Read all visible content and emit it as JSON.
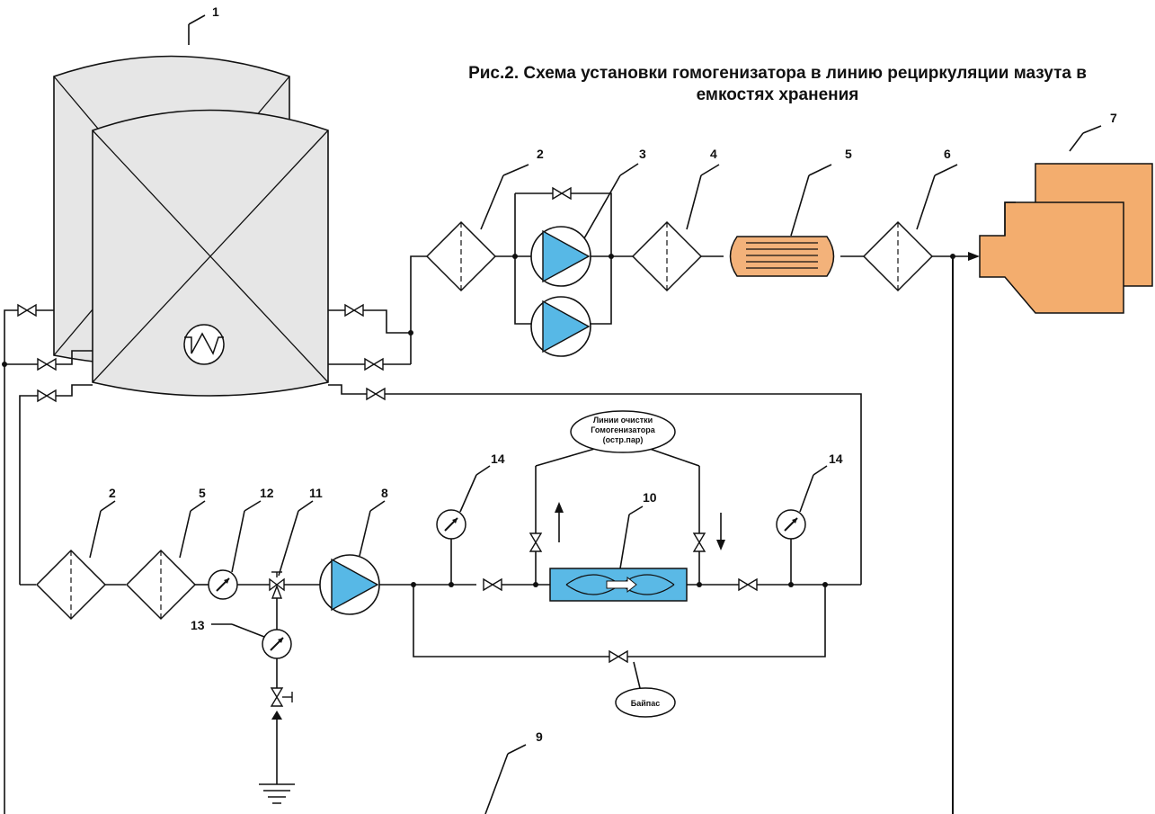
{
  "title": {
    "line1": "Рис.2. Схема установки гомогенизатора в линию рециркуляции мазута в",
    "line2": "емкостях хранения"
  },
  "labels": {
    "n1": "1",
    "n2_top": "2",
    "n3": "3",
    "n4": "4",
    "n5_top": "5",
    "n6": "6",
    "n7": "7",
    "n2_bottom": "2",
    "n5_bottom": "5",
    "n12": "12",
    "n11": "11",
    "n8": "8",
    "n14_left": "14",
    "n10": "10",
    "n14_right": "14",
    "n13": "13",
    "n9": "9"
  },
  "notes": {
    "cleaning_line1": "Линии очистки",
    "cleaning_line2": "Гомогенизатора",
    "cleaning_line3": "(остр.пар)",
    "bypass": "Байпас"
  },
  "colors": {
    "tank": "#e6e6e6",
    "pump": "#57b8e6",
    "heater": "#f3b27a",
    "burner": "#f3ad6e",
    "homogenizer": "#5ab9e6"
  }
}
